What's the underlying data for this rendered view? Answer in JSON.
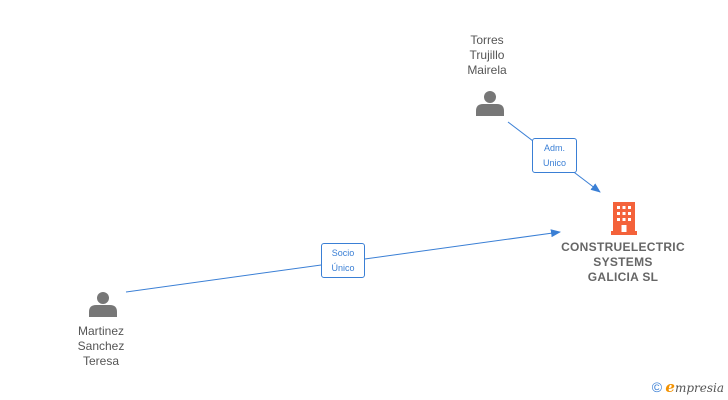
{
  "persons": [
    {
      "id": "torres",
      "lines": [
        "Torres",
        "Trujillo",
        "Mairela"
      ]
    },
    {
      "id": "martinez",
      "lines": [
        "Martinez",
        "Sanchez",
        "Teresa"
      ]
    }
  ],
  "company": {
    "lines": [
      "CONSTRUELECTRIC",
      "SYSTEMS",
      "GALICIA  SL"
    ]
  },
  "relations": [
    {
      "id": "adm",
      "lines": [
        "Adm.",
        "Unico"
      ]
    },
    {
      "id": "socio",
      "lines": [
        "Socio",
        "Único"
      ]
    }
  ],
  "footer": {
    "copyright": "©",
    "brand_initial": "e",
    "brand_rest": "mpresia"
  },
  "colors": {
    "edge": "#3a7fd5",
    "person": "#777777",
    "company": "#f4623a"
  }
}
